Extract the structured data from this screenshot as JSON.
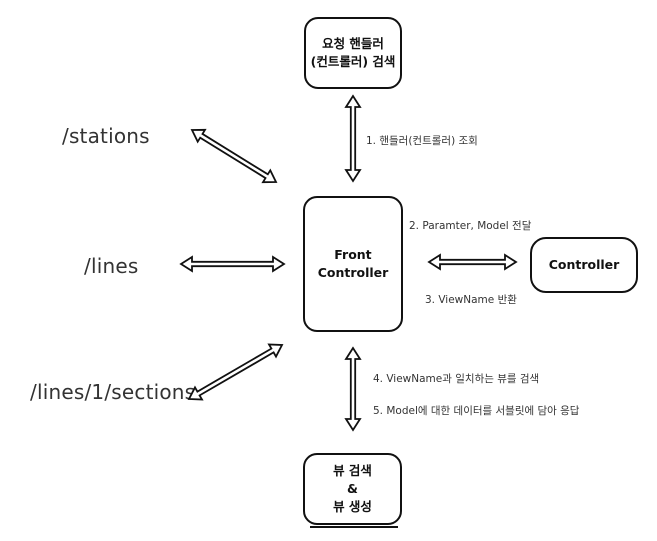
{
  "boxes": {
    "request_handler": "요청 핸들러\n(컨트롤러) 검색",
    "front_controller": "Front\nController",
    "controller": "Controller",
    "view_box": "뷰 검색\n&\n뷰 생성"
  },
  "routes": {
    "stations": "/stations",
    "lines": "/lines",
    "sections": "/lines/1/sections"
  },
  "steps": {
    "step1": "1. 핸들러(컨트롤러) 조회",
    "step2": "2. Paramter, Model 전달",
    "step3": "3. ViewName 반환",
    "step4": "4. ViewName과 일치하는 뷰를 검색",
    "step5": "5. Model에 대한 데이터를 서블릿에 담아 응답"
  }
}
